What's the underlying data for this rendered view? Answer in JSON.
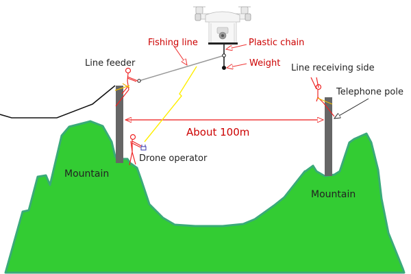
{
  "title": "Drone line-stringing diagram",
  "labels": {
    "fishing_line": "Fishing line",
    "plastic_chain": "Plastic chain",
    "weight": "Weight",
    "line_feeder": "Line feeder",
    "line_receiving_side": "Line receiving side",
    "telephone_pole": "Telephone pole",
    "distance": "About 100m",
    "drone_operator": "Drone operator",
    "mountain_left": "Mountain",
    "mountain_right": "Mountain"
  },
  "colors": {
    "mountain_fill": "#33cc33",
    "mountain_stroke": "#3aaa7a",
    "pole": "#666666",
    "annotation_red": "#cc0000",
    "arrow_red": "#ee3333",
    "fishing_line": "#999999",
    "radio_link": "#ffee00",
    "person": "#ee2222",
    "controller": "#3333aa",
    "ridge_line": "#111111"
  }
}
